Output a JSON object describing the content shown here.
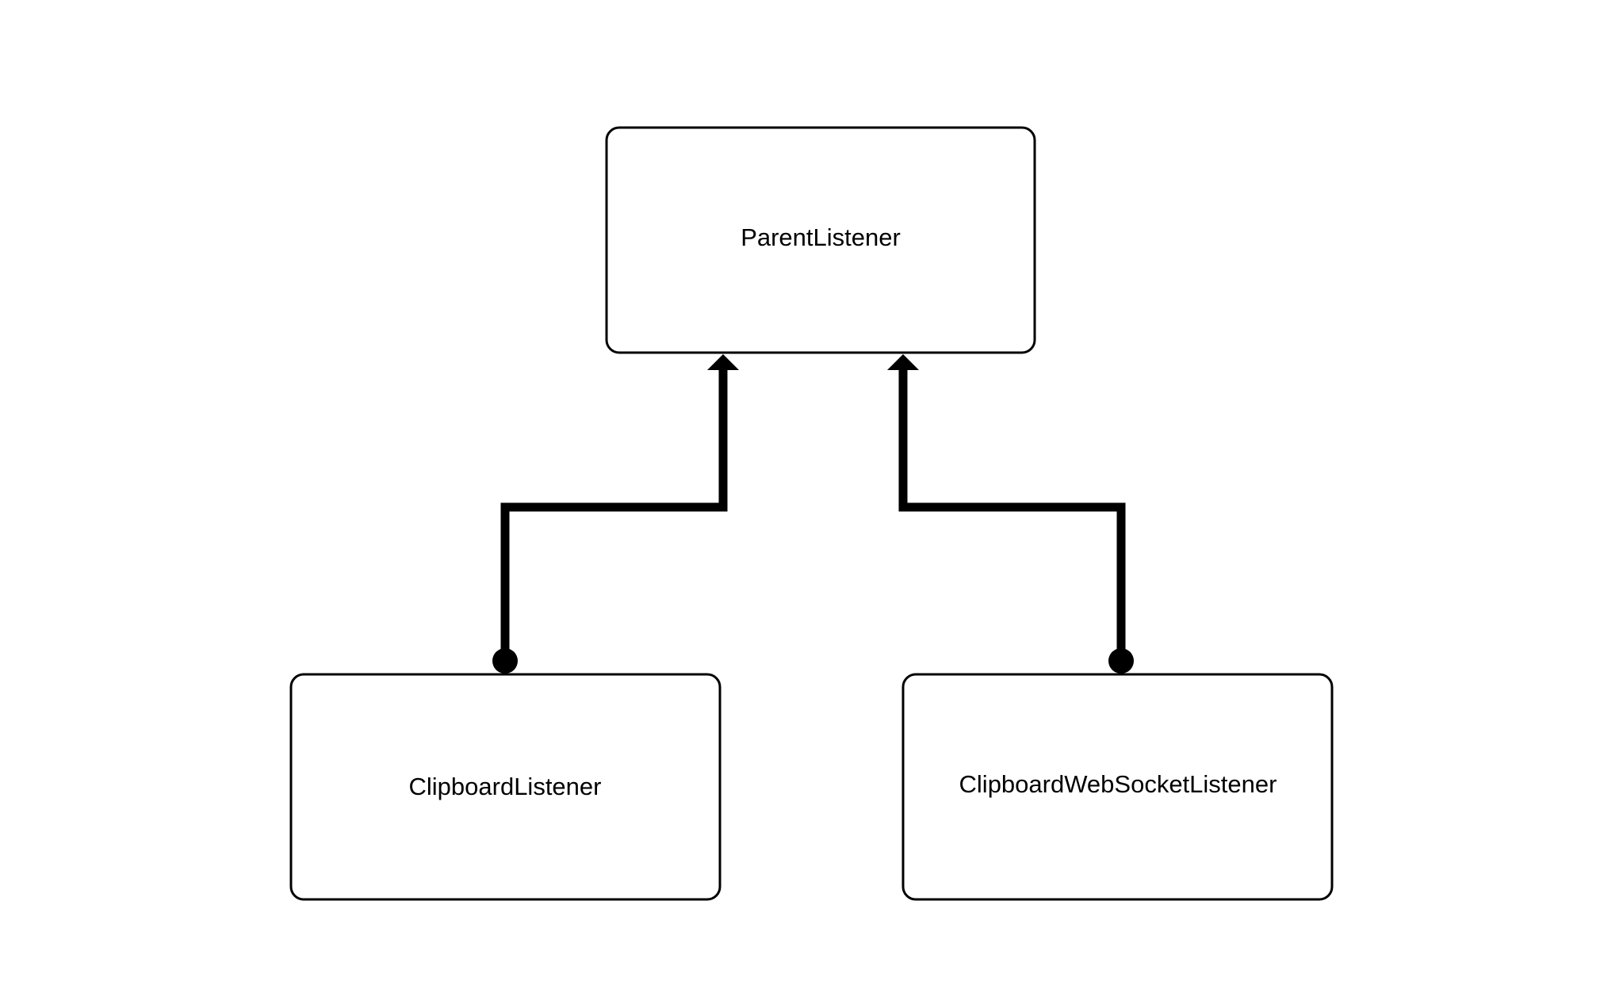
{
  "diagram": {
    "nodes": {
      "parent": {
        "label": "ParentListener"
      },
      "clipboard": {
        "label": "ClipboardListener"
      },
      "websocket": {
        "label": "ClipboardWebSocketListener"
      }
    },
    "edges": [
      {
        "from": "clipboard",
        "to": "parent",
        "source_end": "filled-dot",
        "target_end": "filled-arrow"
      },
      {
        "from": "websocket",
        "to": "parent",
        "source_end": "filled-dot",
        "target_end": "filled-arrow"
      }
    ],
    "colors": {
      "stroke": "#000000",
      "fill": "#ffffff",
      "background": "#ffffff"
    }
  }
}
